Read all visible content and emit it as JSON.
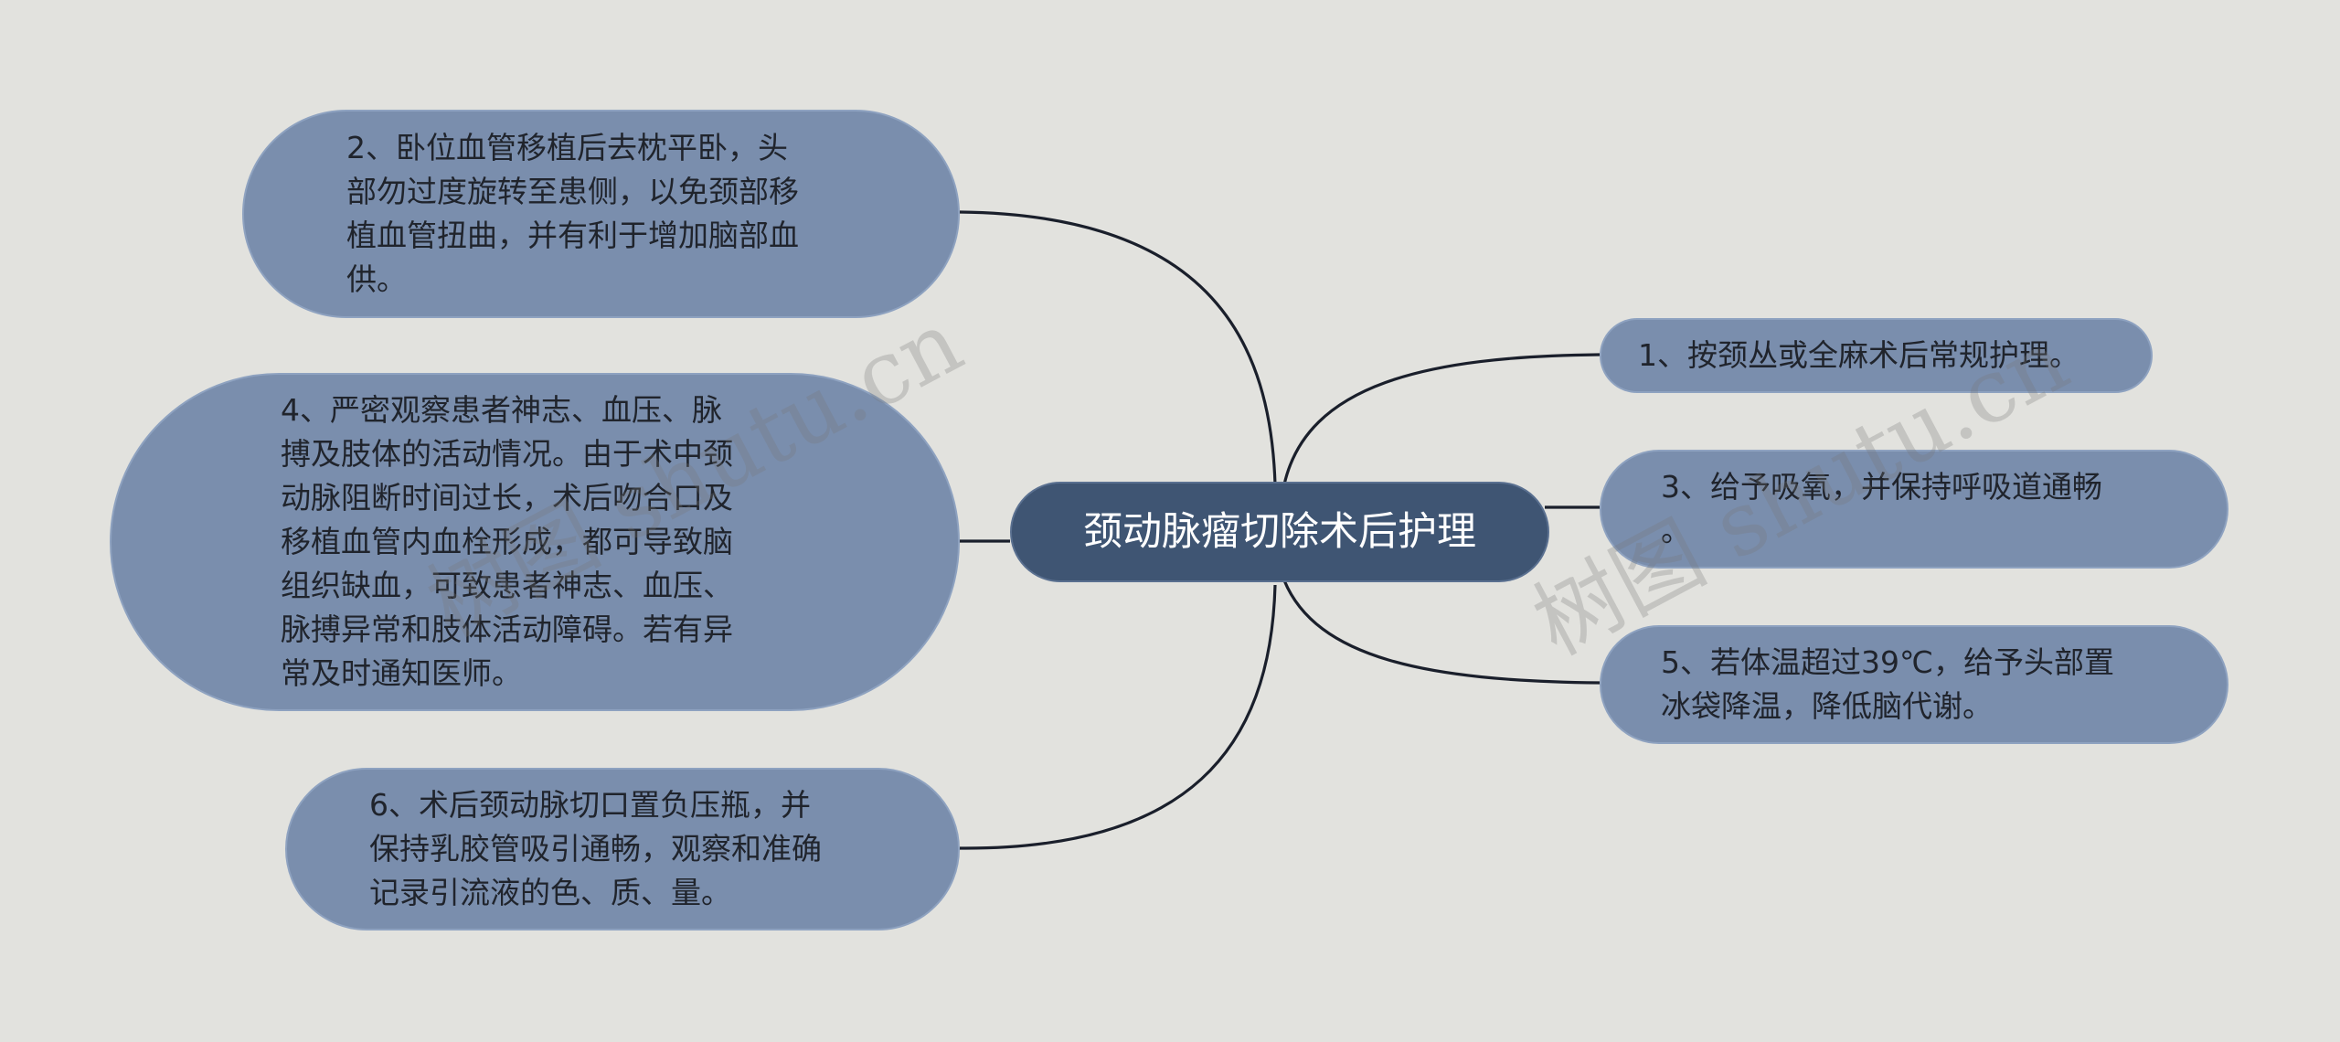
{
  "title": "颈动脉瘤切除术后护理",
  "left_topics": [
    {
      "id": "topic-2",
      "text": "2、卧位血管移植后去枕平卧，头\n部勿过度旋转至患侧，以免颈部移\n植血管扭曲，并有利于增加脑部血\n供。"
    },
    {
      "id": "topic-4",
      "text": "4、严密观察患者神志、血压、脉\n搏及肢体的活动情况。由于术中颈\n动脉阻断时间过长，术后吻合口及\n移植血管内血栓形成，都可导致脑\n组织缺血，可致患者神志、血压、\n脉搏异常和肢体活动障碍。若有异\n常及时通知医师。"
    },
    {
      "id": "topic-6",
      "text": "6、术后颈动脉切口置负压瓶，并\n保持乳胶管吸引通畅，观察和准确\n记录引流液的色、质、量。"
    }
  ],
  "right_topics": [
    {
      "id": "topic-1",
      "text": "1、按颈丛或全麻术后常规护理。"
    },
    {
      "id": "topic-3",
      "text": "3、给予吸氧，并保持呼吸道通畅\n。"
    },
    {
      "id": "topic-5",
      "text": "5、若体温超过39℃，给予头部置\n冰袋降温，降低脑代谢。"
    }
  ],
  "watermarks": [
    "树图 shutu.cn",
    "树图 shutu.cn"
  ],
  "colors": {
    "background": "#e2e2de",
    "root_fill": "#3f5573",
    "topic_fill": "#7a8ead",
    "connector": "#1a1f2b"
  }
}
